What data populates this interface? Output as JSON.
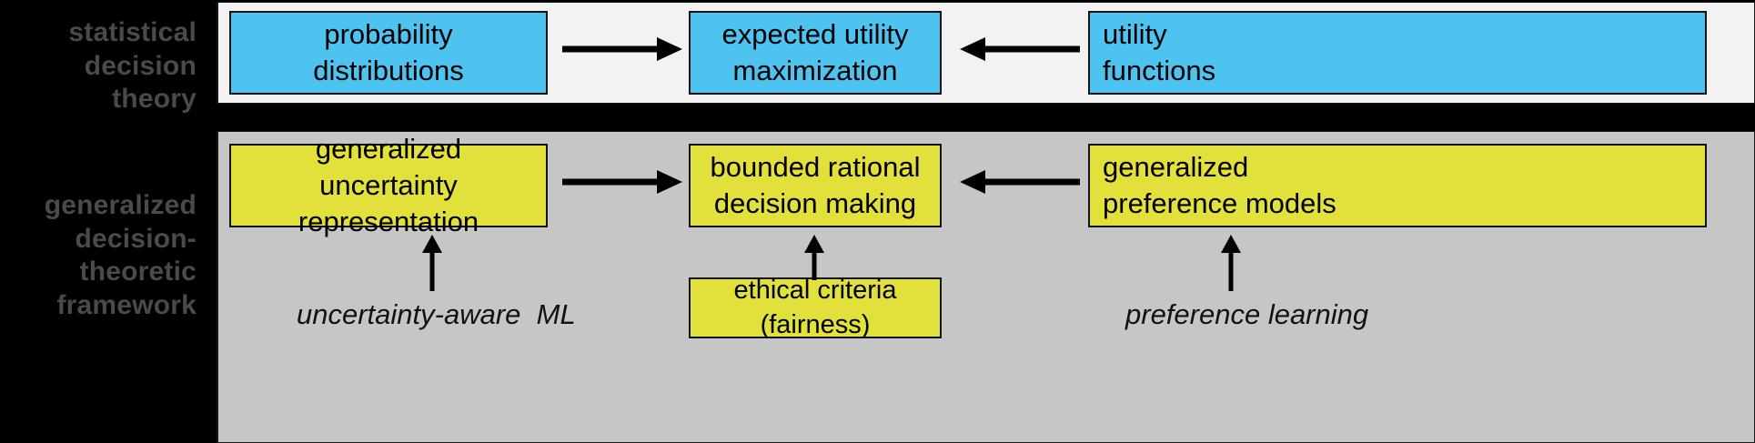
{
  "diagram": {
    "background_color": "#000000",
    "stages": [
      {
        "id": "classical",
        "label": "statistical\ndecision theory",
        "panel_color": "#f2f2f2",
        "box_color": "#4ec3ef"
      },
      {
        "id": "generalized",
        "label": "generalized\ndecision-\ntheoretic\nframework",
        "panel_color": "#c6c6c6",
        "box_color": "#e2e03a"
      }
    ],
    "boxes": {
      "probability_distributions": "probability\ndistributions",
      "expected_utility_maximization": "expected utility\nmaximization",
      "utility_functions": "utility\nfunctions",
      "generalized_uncertainty_representation": "generalized uncertainty\nrepresentation",
      "bounded_rational_decision_making": "bounded rational\ndecision making",
      "generalized_preference_models": "generalized\npreference models",
      "ethical_criteria": "ethical criteria\n(fairness)"
    },
    "annotations": {
      "uncertainty_aware_ml": "uncertainty-aware  ML",
      "preference_learning": "preference learning"
    },
    "arrows": [
      {
        "name": "probability-to-expected-utility",
        "direction": "right"
      },
      {
        "name": "utility-functions-to-expected-utility",
        "direction": "left"
      },
      {
        "name": "uncertainty-to-bounded-rational",
        "direction": "right"
      },
      {
        "name": "preference-models-to-bounded-rational",
        "direction": "left"
      },
      {
        "name": "uncertainty-aware-ml-to-uncertainty-box",
        "direction": "up"
      },
      {
        "name": "ethical-criteria-to-bounded-rational",
        "direction": "up"
      },
      {
        "name": "preference-learning-to-preference-models",
        "direction": "up"
      }
    ],
    "colors": {
      "blue_box": "#4ec3ef",
      "yellow_box": "#e2e03a",
      "classical_panel": "#f2f2f2",
      "generalized_panel": "#c6c6c6",
      "stage_label_text": "#4a4a4a",
      "border": "#121212"
    }
  }
}
